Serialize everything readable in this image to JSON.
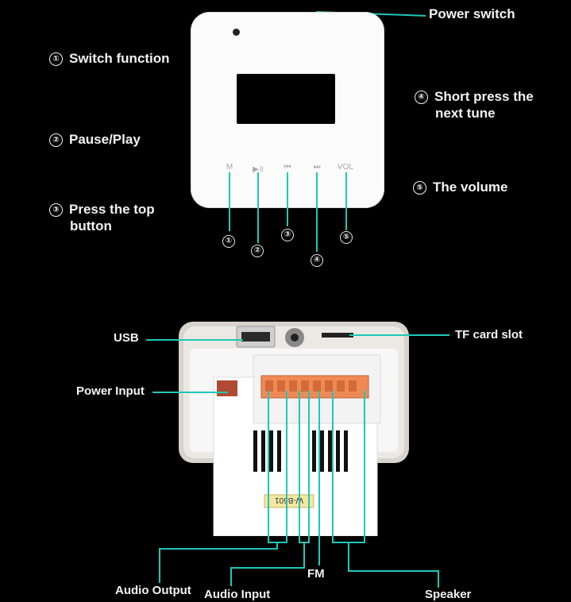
{
  "top_labels": {
    "power_switch": "Power switch",
    "switch_function": "Switch function",
    "pause_play": "Pause/Play",
    "press_top_line1": "Press the top",
    "press_top_line2": "button",
    "short_press_line1": "Short press the",
    "short_press_line2": "next tune",
    "volume": "The volume"
  },
  "circled_numbers": [
    "①",
    "②",
    "③",
    "④",
    "⑤"
  ],
  "buttons": [
    {
      "glyph": "M",
      "icon": "mode-icon"
    },
    {
      "glyph": "▶॥",
      "icon": "play-pause-icon"
    },
    {
      "glyph": "⏮",
      "icon": "previous-icon"
    },
    {
      "glyph": "⏭",
      "icon": "next-icon"
    },
    {
      "glyph": "VOL",
      "icon": "volume-icon"
    }
  ],
  "bottom_labels": {
    "usb": "USB",
    "tf_card_slot": "TF card slot",
    "power_input": "Power Input",
    "audio_output": "Audio Output",
    "audio_input": "Audio Input",
    "fm": "FM",
    "speaker": "Speaker"
  },
  "device_sticker": "W-B601",
  "colors": {
    "background": "#000000",
    "leader_line": "#1ec8b8",
    "connector": "#f08a55"
  }
}
